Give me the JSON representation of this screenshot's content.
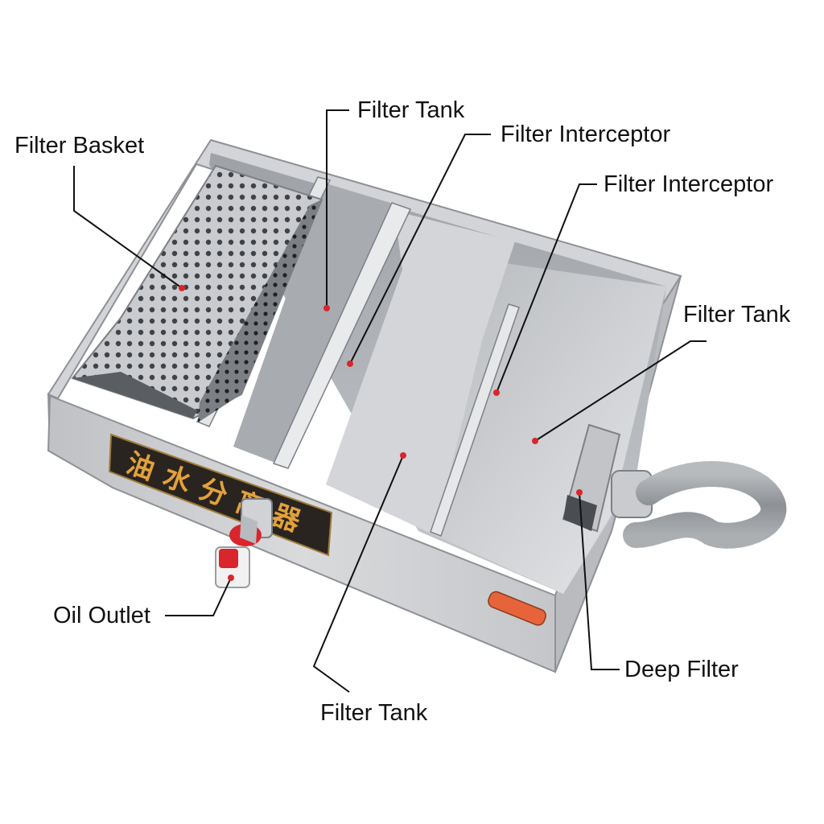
{
  "labels": {
    "filter_basket": "Filter Basket",
    "filter_tank_top": "Filter Tank",
    "filter_interceptor_1": "Filter Interceptor",
    "filter_interceptor_2": "Filter Interceptor",
    "filter_tank_right": "Filter Tank",
    "oil_outlet": "Oil Outlet",
    "deep_filter": "Deep Filter",
    "filter_tank_bottom": "Filter Tank"
  },
  "front_plate": {
    "text": "油水分离器"
  },
  "colors": {
    "marker": "#d8262c",
    "leader_line": "#111111",
    "plate_text": "#e2a23a",
    "plate_bg": "#2a2420",
    "steel_light": "#d8d9db",
    "steel_dark": "#8f9296",
    "valve_handle": "#d9252b"
  }
}
